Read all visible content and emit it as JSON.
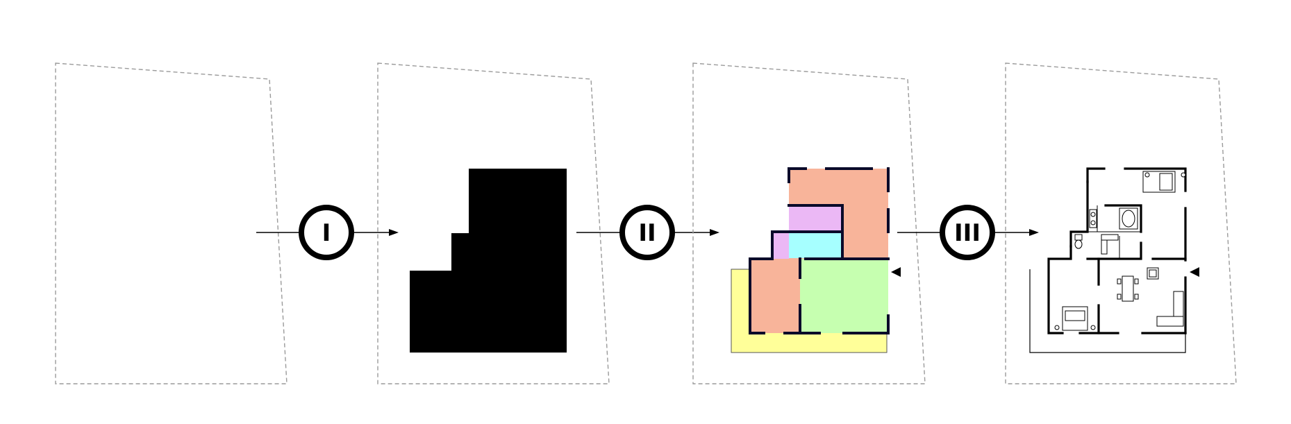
{
  "steps": [
    {
      "label": "I"
    },
    {
      "label": "II"
    },
    {
      "label": "III"
    }
  ],
  "colors": {
    "site_outline": "#9a9a9a",
    "mass": "#000000",
    "wall": "#0a0a2a",
    "zone_yard": "#ffff99",
    "zone_bedroom_a": "#f8b49a",
    "zone_bedroom_b": "#f8b49a",
    "zone_bath": "#ebb8f5",
    "zone_utility": "#a6ffff",
    "zone_living": "#c6ffb0",
    "zone_hall": "#f8b49a",
    "entry_marker": "#000000"
  },
  "icons": [
    "arrow-right-icon",
    "entry-triangle-icon",
    "bed-icon",
    "table-icon",
    "sofa-icon",
    "toilet-icon",
    "bathtub-icon"
  ]
}
